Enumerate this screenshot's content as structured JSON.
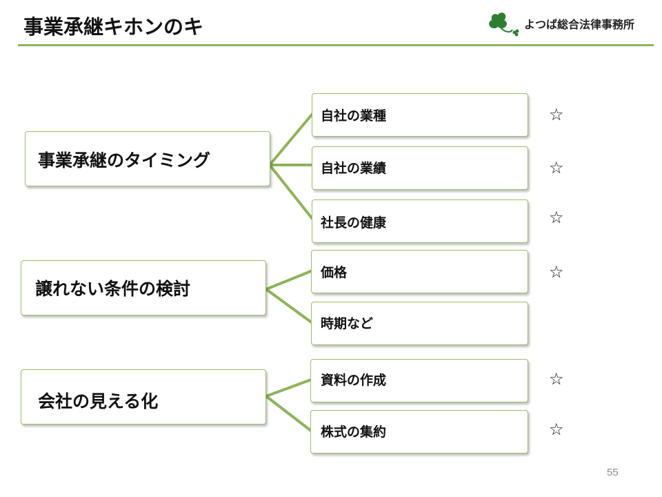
{
  "title": "事業承継キホンのキ",
  "logo": {
    "text": "よつば総合法律事務所",
    "icon": "clover-icon",
    "color": "#2e7d32"
  },
  "accent_color": "#8db35a",
  "groups": [
    {
      "label": "事業承継のタイミング",
      "items": [
        {
          "label": "自社の業種",
          "mark": "☆"
        },
        {
          "label": "自社の業績",
          "mark": "☆"
        },
        {
          "label": "社長の健康",
          "mark": "☆"
        }
      ]
    },
    {
      "label": "譲れない条件の検討",
      "items": [
        {
          "label": "価格",
          "mark": "☆"
        },
        {
          "label": "時期など",
          "mark": ""
        }
      ]
    },
    {
      "label": "会社の見える化",
      "items": [
        {
          "label": "資料の作成",
          "mark": "☆"
        },
        {
          "label": "株式の集約",
          "mark": "☆"
        }
      ]
    }
  ],
  "page_number": "55"
}
